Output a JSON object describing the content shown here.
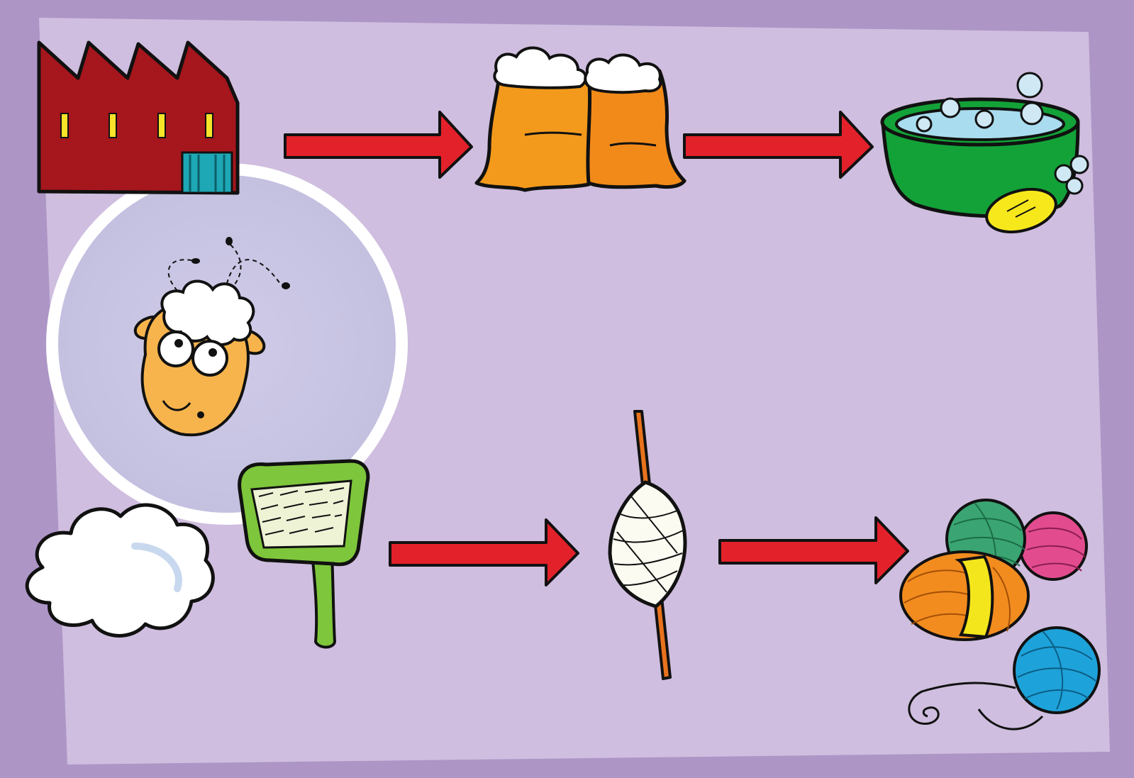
{
  "diagram": {
    "type": "process-flow",
    "rows": [
      {
        "steps": [
          {
            "id": "factory",
            "icon": "factory-icon"
          },
          {
            "id": "wool-sacks",
            "icon": "wool-sacks-icon"
          },
          {
            "id": "washing-tub",
            "icon": "washing-tub-icon"
          }
        ]
      },
      {
        "steps": [
          {
            "id": "carding",
            "icon": "carding-brush-icon"
          },
          {
            "id": "spinning",
            "icon": "spindle-icon"
          },
          {
            "id": "yarn",
            "icon": "yarn-balls-icon"
          }
        ]
      }
    ],
    "arrows": [
      {
        "from": "factory",
        "to": "wool-sacks"
      },
      {
        "from": "wool-sacks",
        "to": "washing-tub"
      },
      {
        "from": "carding",
        "to": "spinning"
      },
      {
        "from": "spinning",
        "to": "yarn"
      }
    ],
    "decorations": [
      "sheep-icon",
      "wool-cloud-icon"
    ]
  },
  "colors": {
    "outer_background": "#ad95c6",
    "panel": "#cfbedf",
    "arrow": "#e3212a",
    "factory": "#a5161d",
    "sack": "#f39a1c",
    "tub": "#13a238",
    "brush": "#7ec63b",
    "spindle_stick": "#e8731d",
    "yarn_green": "#3aa572",
    "yarn_pink": "#e24c8e",
    "yarn_orange": "#f28c1f",
    "yarn_yellow": "#f4e61c",
    "yarn_blue": "#1ea2da",
    "sheep_face": "#f7b44c"
  }
}
